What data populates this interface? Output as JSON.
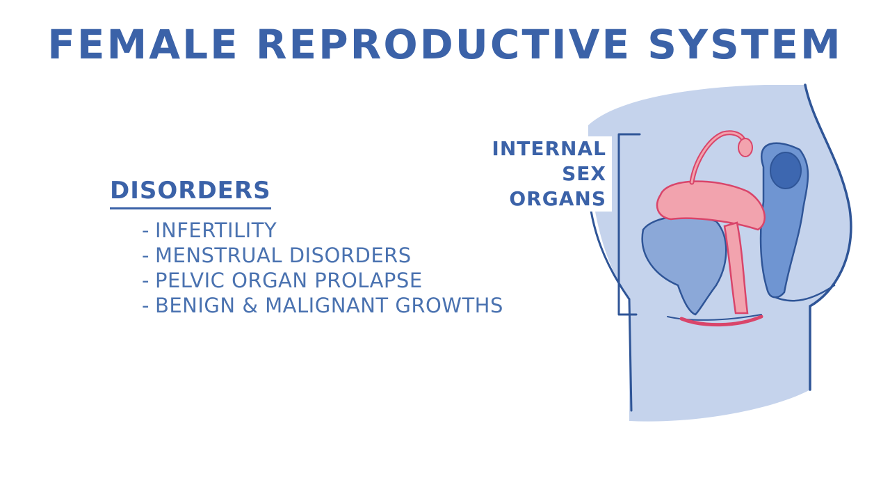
{
  "title": "FEMALE REPRODUCTIVE SYSTEM",
  "disorders": {
    "heading": "DISORDERS",
    "items": [
      {
        "dash": "-",
        "label": "INFERTILITY"
      },
      {
        "dash": "-",
        "label": "MENSTRUAL DISORDERS"
      },
      {
        "dash": "-",
        "label": "PELVIC ORGAN PROLAPSE"
      },
      {
        "dash": "-",
        "label": "BENIGN & MALIGNANT GROWTHS"
      }
    ]
  },
  "organ_label": {
    "line1": "INTERNAL",
    "line2": "SEX ORGANS"
  },
  "colors": {
    "title": "#3b62a8",
    "body_fill": "#c5d3ec",
    "outline": "#2f5597",
    "reproductive_organ": "#f2a3ae",
    "organ_outline": "#d9456a",
    "bladder": "#8ba8d8",
    "rectum": "#6f95d2"
  }
}
